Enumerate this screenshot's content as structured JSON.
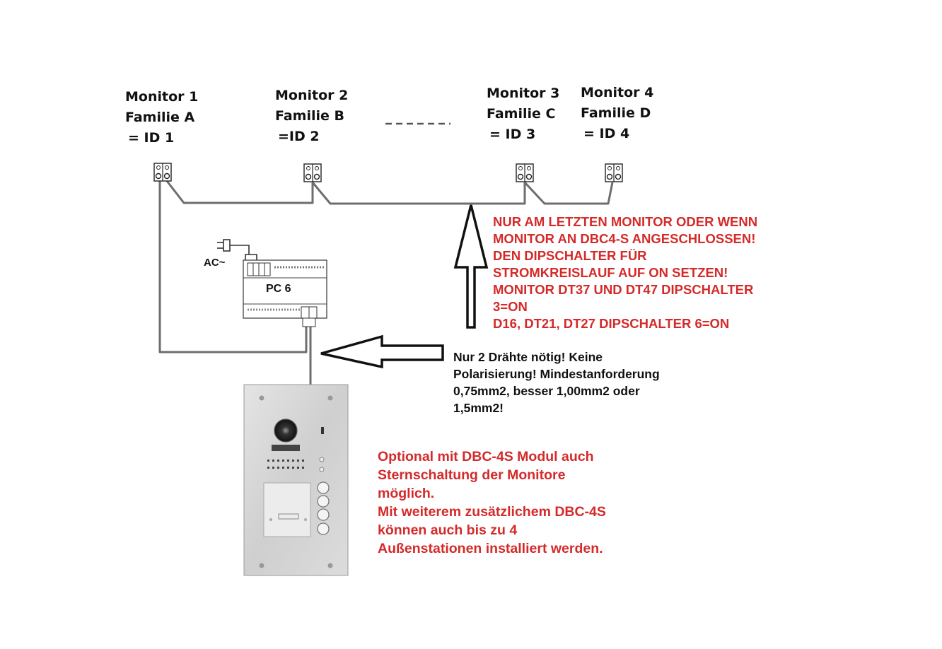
{
  "monitors": [
    {
      "name": "Monitor 1",
      "family": "Familie A",
      "id": " = ID 1"
    },
    {
      "name": "Monitor 2",
      "family": "Familie B",
      "id": " =ID 2"
    },
    {
      "name": "Monitor 3",
      "family": "Familie C",
      "id": " = ID 3"
    },
    {
      "name": "Monitor 4",
      "family": "Familie D",
      "id": " = ID 4"
    }
  ],
  "power_supply": {
    "label": "PC 6",
    "ac_label": "AC~"
  },
  "notes": {
    "dip_switch": [
      "NUR AM LETZTEN MONITOR ODER WENN",
      "MONITOR AN DBC4-S ANGESCHLOSSEN!",
      "DEN DIPSCHALTER FÜR",
      "STROMKREISLAUF AUF ON SETZEN!",
      "MONITOR DT37 UND DT47 DIPSCHALTER",
      "3=ON",
      "D16, DT21, DT27 DIPSCHALTER 6=ON"
    ],
    "wiring": [
      "Nur 2 Drähte nötig! Keine",
      "Polarisierung! Mindestanforderung",
      "0,75mm2, besser 1,00mm2 oder",
      "1,5mm2!"
    ],
    "optional": [
      "Optional mit DBC-4S Modul auch",
      "Sternschaltung der Monitore",
      "möglich.",
      "Mit weiterem zusätzlichem DBC-4S",
      "können auch bis zu 4",
      "Außenstationen installiert werden."
    ]
  },
  "colors": {
    "note_red": "#d42a2a",
    "wire": "#6e6e6e",
    "panel": "#d9d9d9"
  }
}
